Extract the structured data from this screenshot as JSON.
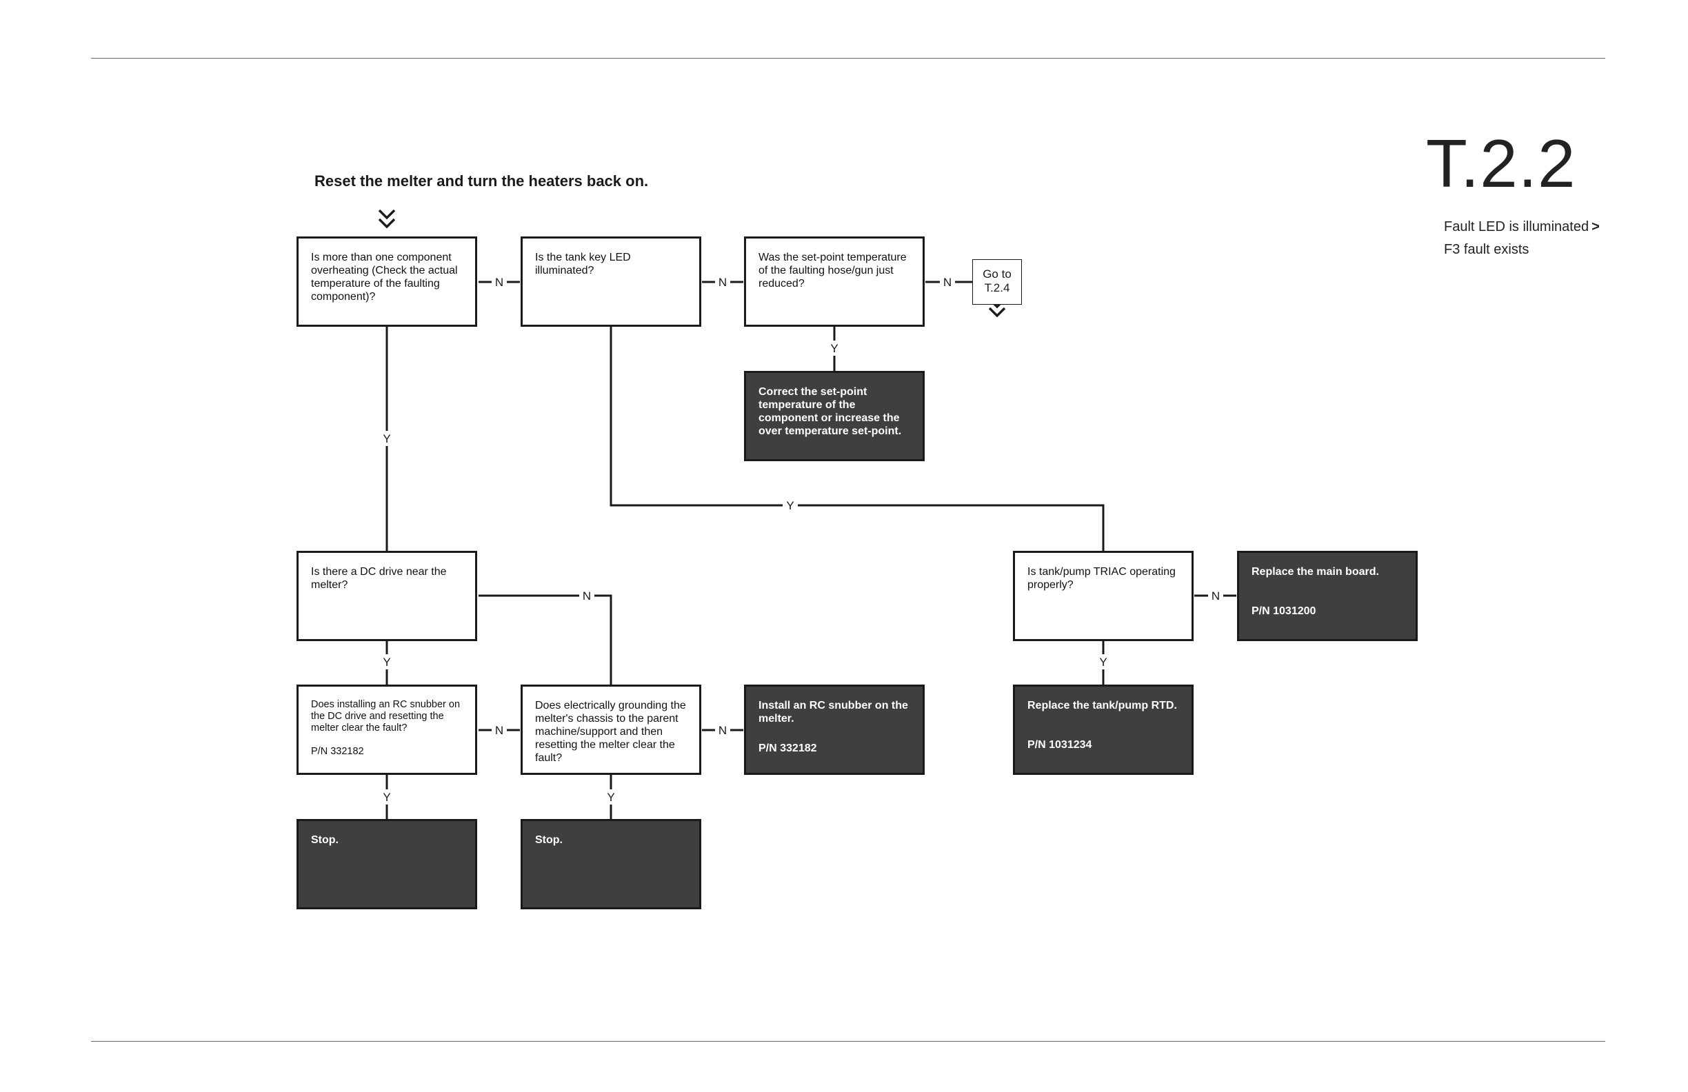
{
  "header": {
    "section_id": "T.2.2",
    "fault_line1": "Fault LED is illuminated",
    "fault_line1_symbol": ">",
    "fault_line2": "F3 fault exists"
  },
  "start_instruction": "Reset the melter and turn the heaters back on.",
  "goto": {
    "label": "Go to",
    "target": "T.2.4"
  },
  "questions": {
    "more_than_one_overheating": "Is more than one component overheating (Check the actual temperature of the faulting component)?",
    "tank_key_led": "Is the tank key LED illuminated?",
    "setpoint_reduced": "Was the set-point temperature of the faulting hose/gun just reduced?",
    "dc_drive_near": "Is there a DC drive near the melter?",
    "rc_snubber_clear": "Does installing an RC snubber on the DC drive and resetting the melter clear the fault?",
    "rc_snubber_pn": "P/N 332182",
    "grounding_clear": "Does electrically grounding the melter's chassis to the parent machine/support and then resetting the melter clear the fault?",
    "triac_ok": "Is tank/pump TRIAC operating properly?"
  },
  "actions": {
    "correct_setpoint": "Correct the set-point temperature of the component or increase the over temperature set-point.",
    "install_rc_snubber": "Install an RC snubber on the melter.",
    "install_rc_snubber_pn": "P/N 332182",
    "replace_main_board": "Replace the main board.",
    "replace_main_board_pn": "P/N 1031200",
    "replace_rtd": "Replace the tank/pump RTD.",
    "replace_rtd_pn": "P/N 1031234",
    "stop_1": "Stop.",
    "stop_2": "Stop."
  },
  "branch_labels": {
    "yes": "Y",
    "no": "N"
  }
}
